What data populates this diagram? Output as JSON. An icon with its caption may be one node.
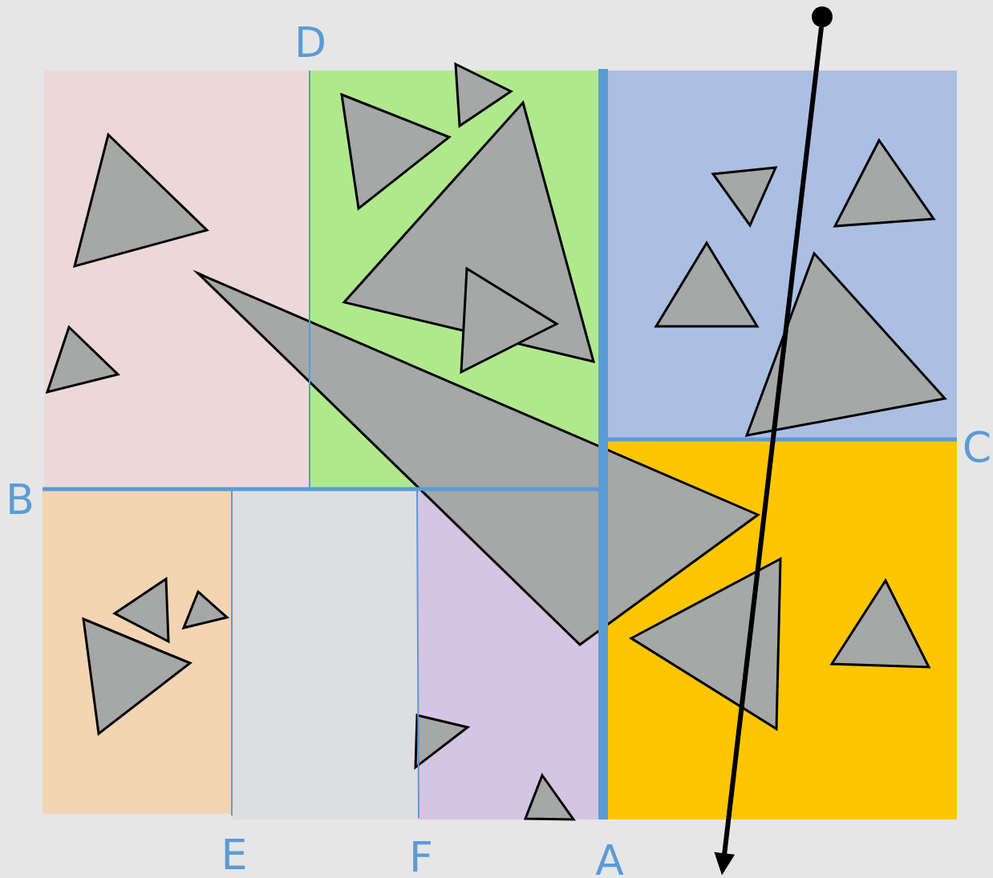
{
  "diagram": {
    "labels": [
      "D",
      "C",
      "B",
      "E",
      "F",
      "A"
    ]
  }
}
